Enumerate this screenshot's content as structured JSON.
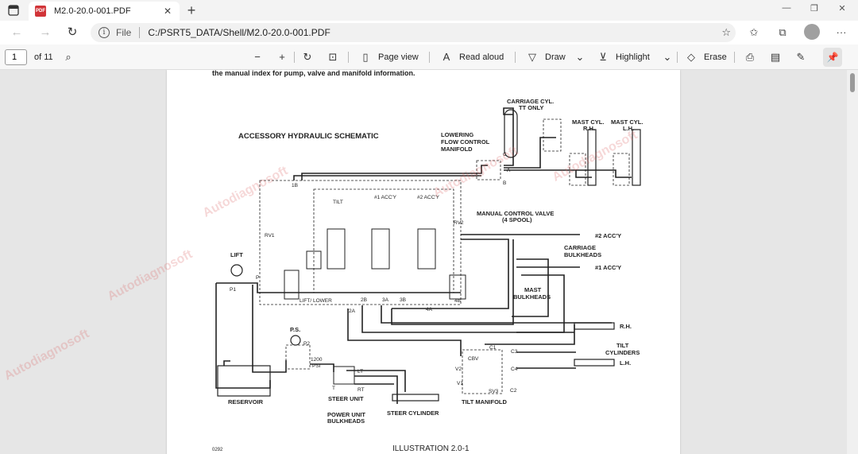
{
  "browser": {
    "tab_title": "M2.0-20.0-001.PDF",
    "file_label": "File",
    "url": "C:/PSRT5_DATA/Shell/M2.0-20.0-001.PDF"
  },
  "pdf_toolbar": {
    "page_number": "1",
    "page_count": "of 11",
    "page_view": "Page view",
    "read_aloud": "Read aloud",
    "draw": "Draw",
    "highlight": "Highlight",
    "erase": "Erase"
  },
  "document": {
    "intro_text": "the manual index for pump, valve and manifold information.",
    "schematic_title": "ACCESSORY HYDRAULIC SCHEMATIC",
    "labels": {
      "carriage_cyl": "CARRIAGE CYL.",
      "tt_only": "TT ONLY",
      "mast_cyl_rh": "MAST CYL.",
      "rh": "R.H.",
      "mast_cyl_lh": "MAST CYL.",
      "lh": "L.H.",
      "lowering": "LOWERING",
      "flow_control": "FLOW CONTROL",
      "manifold": "MANIFOLD",
      "tilt": "TILT",
      "acc1": "#1 ACC'Y",
      "acc2": "#2 ACC'Y",
      "manual_control_valve": "MANUAL CONTROL VALVE",
      "four_spool": "(4 SPOOL)",
      "rv1": "RV1",
      "rv2": "RV2",
      "lift": "LIFT",
      "p1": "P1",
      "p": "P",
      "lift_lower": "LIFT/ LOWER",
      "port_1b": "1B",
      "port_2b": "2B",
      "port_3a": "3A",
      "port_3b": "3B",
      "port_2a": "2A",
      "port_4a": "4A",
      "port_4b": "4B",
      "port_a": "A",
      "port_b": "B",
      "port_c": "C",
      "acc2_out": "#2 ACC'Y",
      "carriage_bulkheads_1": "CARRIAGE",
      "carriage_bulkheads_2": "BULKHEADS",
      "acc1_out": "#1 ACC'Y",
      "mast_bulkheads_1": "MAST",
      "mast_bulkheads_2": "BULKHEADS",
      "tilt_rh": "R.H.",
      "tilt_cyl_1": "TILT",
      "tilt_cyl_2": "CYLINDERS",
      "tilt_lh": "L.H.",
      "ps": "P.S.",
      "p2": "P2",
      "psi_1": "1200",
      "psi_2": "PSI",
      "lt": "LT",
      "rt": "RT",
      "t": "T",
      "steer_unit": "STEER UNIT",
      "power_unit_1": "POWER UNIT",
      "power_unit_2": "BULKHEADS",
      "steer_cylinder": "STEER CYLINDER",
      "reservoir": "RESERVOIR",
      "cbv": "CBV",
      "c1": "C1",
      "c2": "C2",
      "c3": "C3",
      "c4": "C4",
      "v1": "V1",
      "v2": "V2",
      "sv3": "SV3",
      "tilt_manifold": "TILT MANIFOLD"
    },
    "figure_code": "0292",
    "caption": "ILLUSTRATION 2.0-1"
  },
  "watermark": "Autodiagnosoft"
}
